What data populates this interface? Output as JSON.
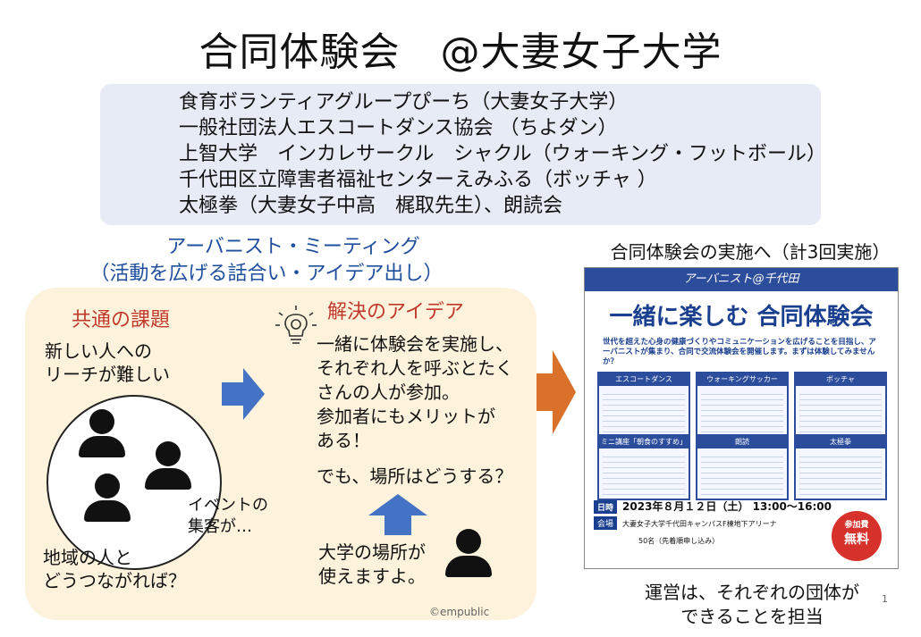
{
  "title": "合同体験会　@大妻女子大学",
  "organizations": [
    "食育ボランティアグループぴーち（大妻女子大学）",
    "一般社団法人エスコートダンス協会 （ちよダン）",
    "上智大学　インカレサークル　シャクル（ウォーキング・フットボール）",
    "千代田区立障害者福祉センターえみふる（ボッチャ ）",
    "太極拳（大妻女子中高　梶取先生）、朗読会"
  ],
  "meeting": {
    "line1": "アーバニスト・ミーティング",
    "line2": "（活動を広げる話合い・アイデア出し）"
  },
  "common_issues": {
    "heading": "共通の課題",
    "reach_line1": "新しい人への",
    "reach_line2": "リーチが難しい",
    "event_line1": "イベントの",
    "event_line2": "集客が…",
    "region_line1": "地域の人と",
    "region_line2": "どうつながれば？"
  },
  "ideas": {
    "heading": "解決のアイデア",
    "text_lines": [
      "一緒に体験会を実施し、",
      "それぞれ人を呼ぶとたく",
      "さんの人が参加。",
      "参加者にもメリットが",
      "ある！"
    ],
    "question": "でも、場所はどうする？",
    "univ_line1": "大学の場所が",
    "univ_line2": "使えますよ。"
  },
  "join_heading": "合同体験会の実施へ（計3回実施）",
  "flyer": {
    "banner": "アーバニスト@千代田",
    "title": "一緒に楽しむ 合同体験会",
    "desc": "世代を超えた心身の健康づくりやコミュニケーションを広げることを目指し、アーバニストが集まり、合同で交流体験会を開催します。まずは体験してみませんか？",
    "cards": [
      "エスコートダンス",
      "ウォーキングサッカー",
      "ボッチャ",
      "ミニ講座「朝食のすすめ」",
      "朗読",
      "太極拳"
    ],
    "date_label": "日時",
    "date": "2023年８月１２日（土） 13:00～16:00",
    "venue_label": "会場",
    "venue": "大妻女子大学千代田キャンパスF棟地下アリーナ",
    "capacity": "50名（先着順申し込み）",
    "fee_label": "参加費",
    "fee": "無料"
  },
  "management_line1": "運営は、それぞれの団体が",
  "management_line2": "できることを担当",
  "page_number": "1",
  "credit": "©empublic"
}
